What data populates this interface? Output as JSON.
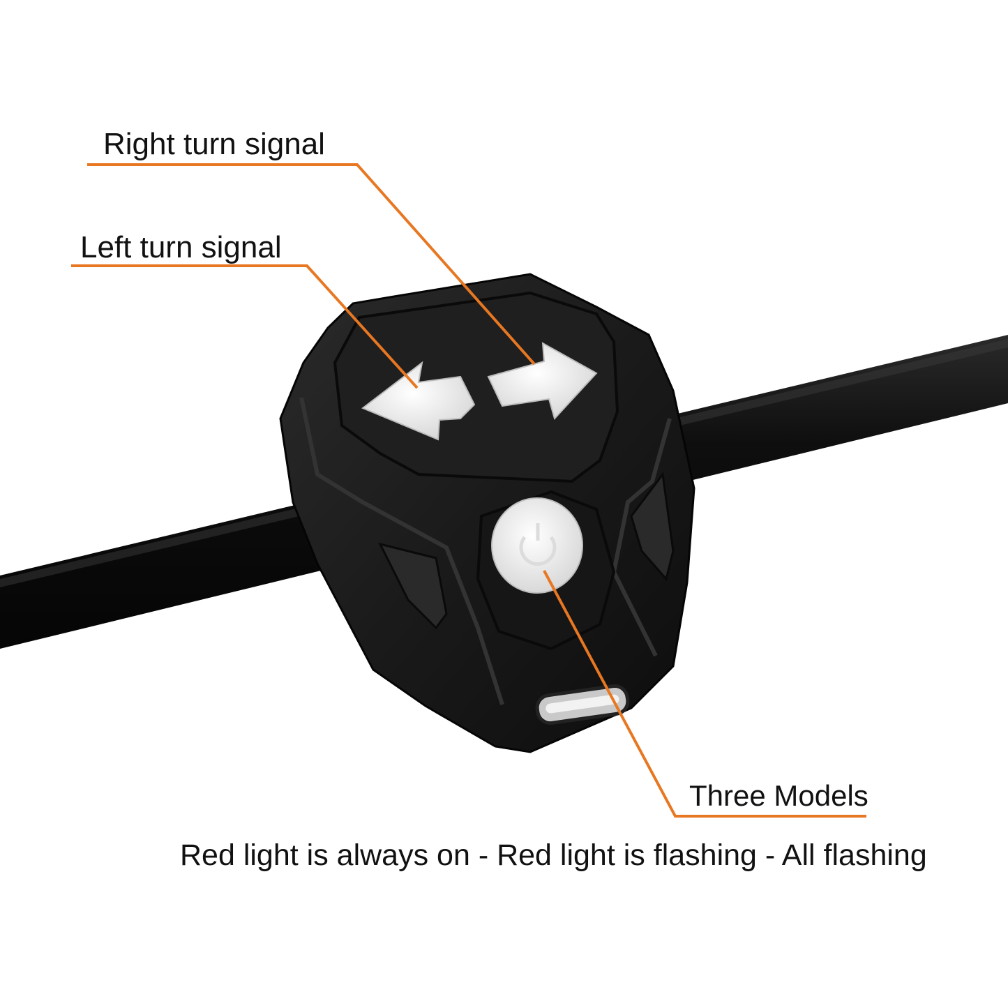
{
  "callouts": {
    "right_turn_signal": "Right turn signal",
    "left_turn_signal": "Left turn signal",
    "three_models": "Three Models",
    "modes_caption": "Red light is always on - Red light is flashing - All flashing"
  },
  "colors": {
    "leader_line": "#e87722",
    "device_body": "#1b1b1b",
    "button_glow": "#eeeeee",
    "handlebar": "#0c0c0c"
  },
  "icons": {
    "left_button": "left-arrow-icon",
    "right_button": "right-arrow-icon",
    "center_button": "power-icon"
  }
}
